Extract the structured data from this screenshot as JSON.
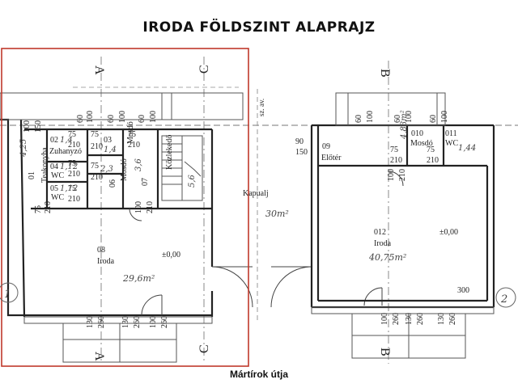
{
  "title": "IRODA FÖLDSZINT ALAPRAJZ",
  "street": "Mártírok útja",
  "highlight_color": "#c0392b",
  "section_marks": {
    "a": "A",
    "b": "B",
    "c": "C"
  },
  "axis_marks": {
    "left": "1",
    "right": "2",
    "shaft": "sz. av."
  },
  "dims": {
    "d100": "100",
    "d150": "150",
    "d60": "60",
    "d75": "75",
    "d210": "210",
    "d130": "130",
    "d260": "260",
    "d90": "90",
    "d300": "300",
    "level": "±0,00"
  },
  "rooms": {
    "teakonyha": {
      "no": "01",
      "name": "Teakonyha",
      "area": "4,25"
    },
    "zuhanyzo": {
      "no": "02",
      "name": "Zuhanyzó",
      "area": "1,4"
    },
    "mosdo03": {
      "no": "03",
      "name": "Mosdó",
      "area": "1,4"
    },
    "wc04": {
      "no": "04",
      "name": "WC",
      "area": "1,12"
    },
    "wc05": {
      "no": "05",
      "name": "WC",
      "area": "1,12"
    },
    "mosdo06": {
      "no": "06",
      "name": "Mosdó",
      "area": "2,3"
    },
    "kozlekedo": {
      "no": "07",
      "name": "Közlekedő",
      "area": "3,6"
    },
    "iroda08": {
      "no": "08",
      "name": "Iroda",
      "area": "29,6m²"
    },
    "stair_area": "5,6",
    "kapualj": {
      "name": "Kapualj",
      "area": "30m²"
    },
    "eloter": {
      "no": "09",
      "name": "Előtér",
      "area": ""
    },
    "mosdo010": {
      "no": "010",
      "name": "Mosdó",
      "area": "4,83m²"
    },
    "wc011": {
      "no": "011",
      "name": "WC",
      "area": "1,44"
    },
    "iroda012": {
      "no": "012",
      "name": "Iroda",
      "area": "40,75m²"
    }
  }
}
